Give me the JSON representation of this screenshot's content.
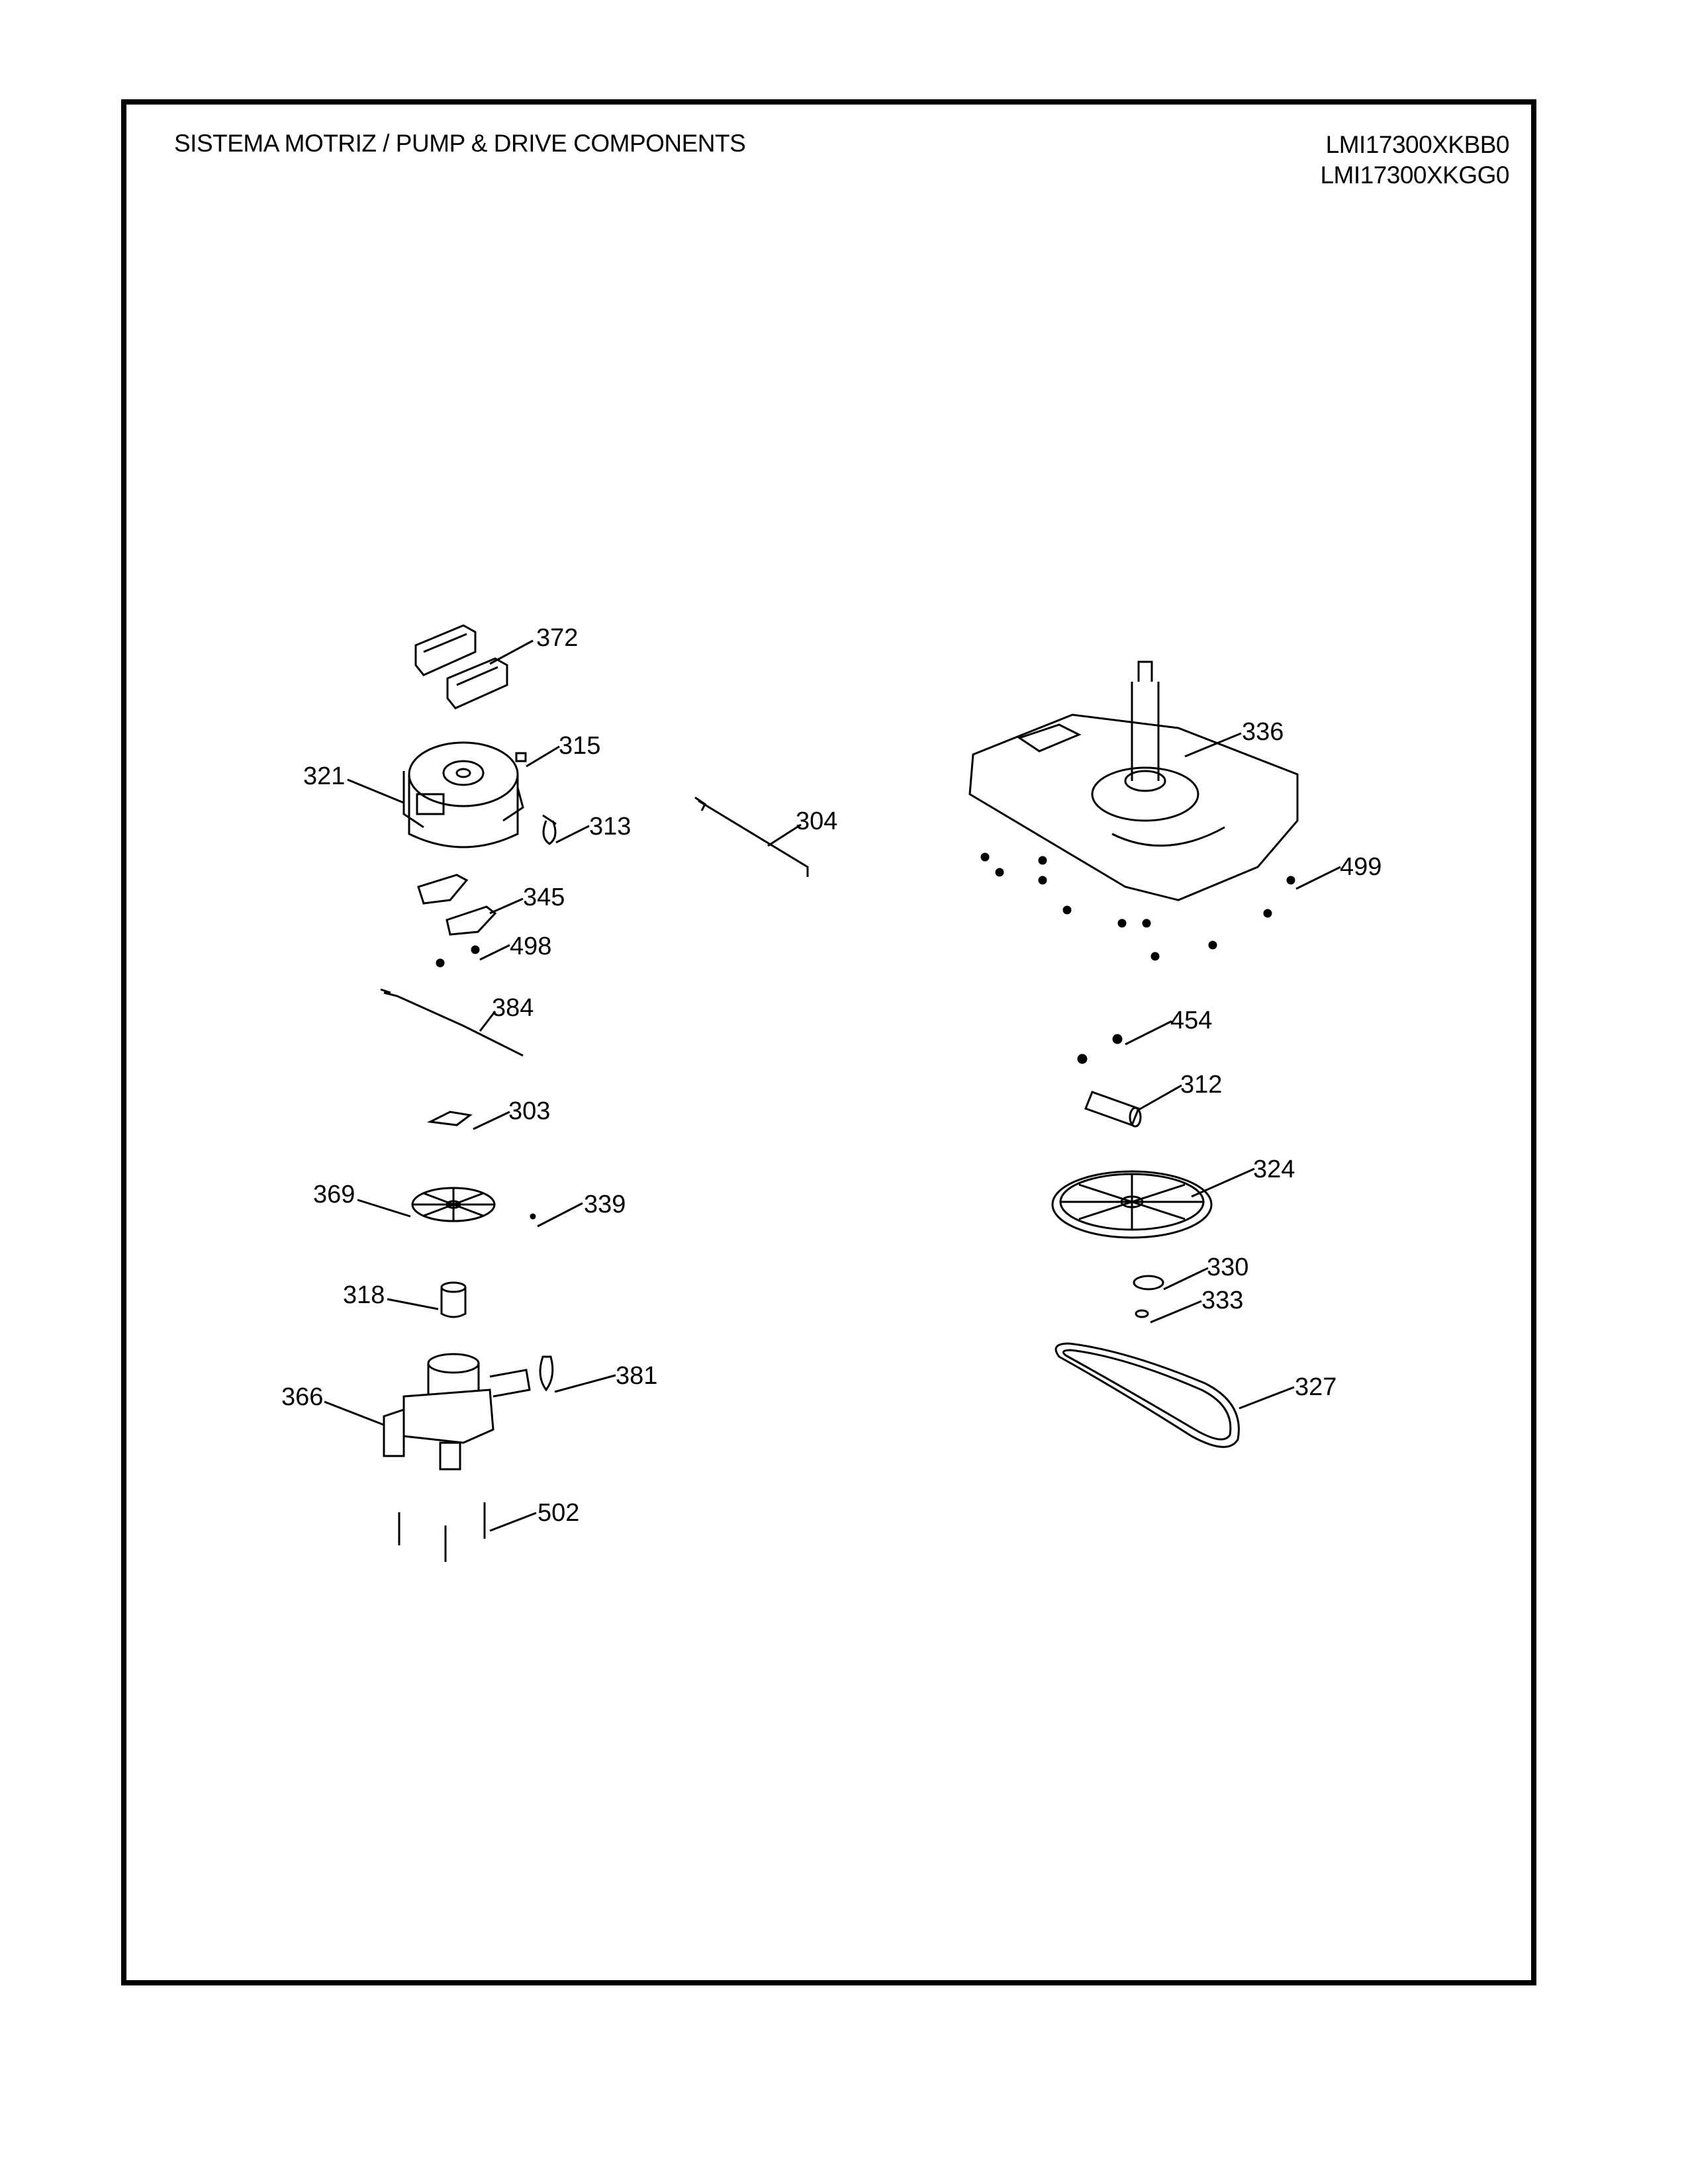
{
  "header": {
    "title": "SISTEMA MOTRIZ / PUMP  &  DRIVE COMPONENTS",
    "models": [
      "LMI17300XKBB0",
      "LMI17300XKGG0"
    ]
  },
  "callouts": [
    "372",
    "315",
    "321",
    "313",
    "304",
    "345",
    "498",
    "384",
    "303",
    "369",
    "339",
    "318",
    "381",
    "366",
    "502",
    "336",
    "499",
    "454",
    "312",
    "324",
    "330",
    "333",
    "327"
  ]
}
